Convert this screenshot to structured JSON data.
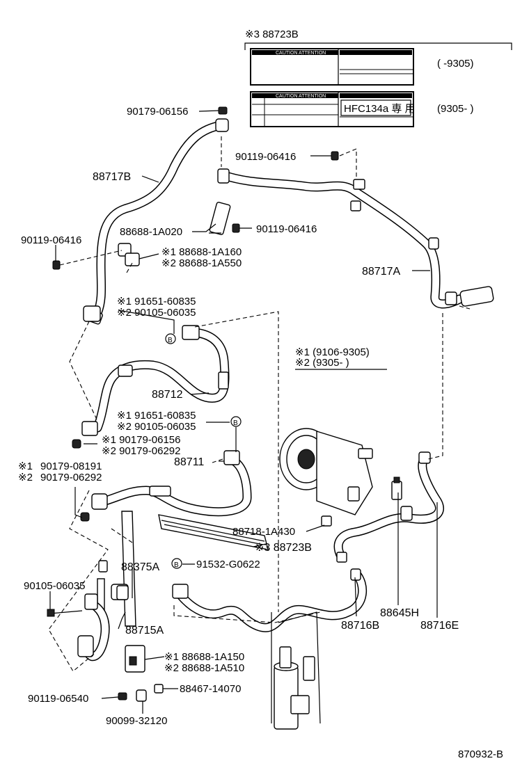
{
  "diagram_id": "870932-B",
  "labels": {
    "top_label_ref": "※3 88723B",
    "label_a_range": "(      -9305)",
    "label_b_range": "(9305-       )",
    "label_a_header": "CAUTION ATTENTION",
    "label_b_header": "CAUTION ATTENTION",
    "label_b_text": "HFC134a 専 用",
    "p_90179_06156": "90179-06156",
    "p_88717B": "88717B",
    "p_90119_06416_top": "90119-06416",
    "p_88688_1A020": "88688-1A020",
    "p_90119_06416_mid": "90119-06416",
    "p_90119_06416_left": "90119-06416",
    "p_1_88688_1A160": "※1 88688-1A160",
    "p_2_88688_1A550": "※2 88688-1A550",
    "p_88717A": "88717A",
    "p_1_91651_60835_a": "※1 91651-60835",
    "p_2_90105_06035_a": "※2 90105-06035",
    "legend_1": "※1  (9106-9305)",
    "legend_2": "※2  (9305-       )",
    "p_88712": "88712",
    "p_1_91651_60835_b": "※1 91651-60835",
    "p_2_90105_06035_b": "※2 90105-06035",
    "p_1_90179_06156": "※1 90179-06156",
    "p_2_90179_06292_a": "※2 90179-06292",
    "p_88711": "88711",
    "p_1_90179_08191_mark": "※1",
    "p_1_90179_08191": "90179-08191",
    "p_2_90179_06292_mark": "※2",
    "p_2_90179_06292_b": "90179-06292",
    "p_88718_1A430": "88718-1A430",
    "p_3_88723B": "※3 88723B",
    "p_88375A": "88375A",
    "p_91532_G0622": "91532-G0622",
    "p_90105_06035": "90105-06035",
    "p_88645H": "88645H",
    "p_88716E": "88716E",
    "p_88716B": "88716B",
    "p_88715A": "88715A",
    "p_1_88688_1A150": "※1 88688-1A150",
    "p_2_88688_1A510": "※2 88688-1A510",
    "p_90119_06540": "90119-06540",
    "p_88467_14070": "88467-14070",
    "p_90099_32120": "90099-32120",
    "marker_b": "B"
  }
}
